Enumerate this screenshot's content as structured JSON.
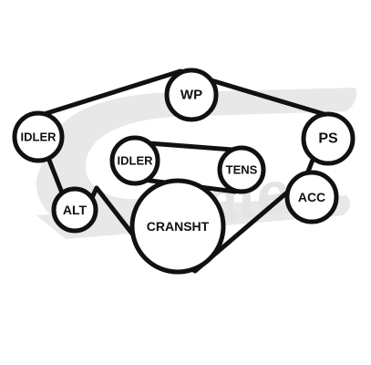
{
  "brand_watermark": "Gates",
  "colors": {
    "line": "#111111",
    "background": "#ffffff",
    "watermark": "#e8e8e8"
  },
  "pulleys": {
    "wp": "WP",
    "ps": "PS",
    "idler_left": "IDLER",
    "idler_center": "IDLER",
    "tens": "TENS",
    "alt": "ALT",
    "acc": "ACC",
    "cransht": "CRANSHT"
  }
}
